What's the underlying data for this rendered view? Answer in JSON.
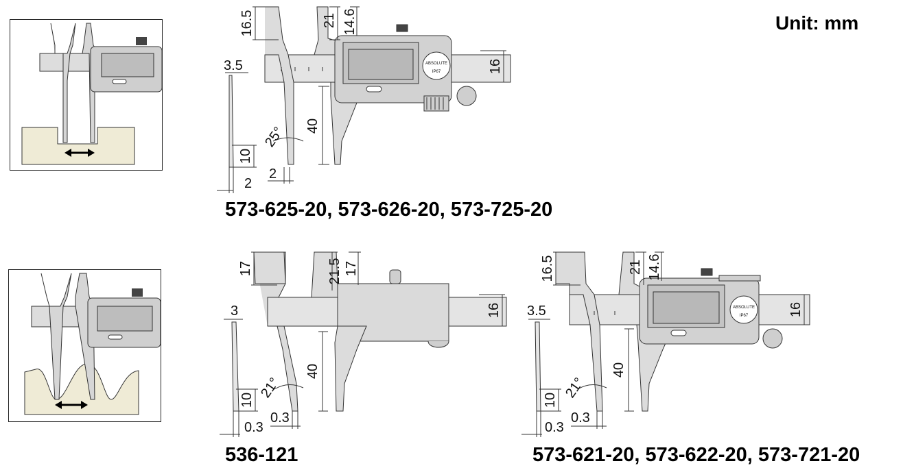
{
  "unit_label": "Unit: mm",
  "models": {
    "top": "573-625-20, 573-626-20, 573-725-20",
    "bottom_left": "536-121",
    "bottom_right": "573-621-20, 573-622-20, 573-721-20"
  },
  "top_dims": {
    "d1": "16.5",
    "d2": "21",
    "d3": "14.6",
    "d4": "16",
    "d5": "3.5",
    "d6": "40",
    "d7": "25°",
    "d8": "10",
    "d9": "2",
    "d10": "2"
  },
  "bl_dims": {
    "d1": "17",
    "d2": "21.5",
    "d3": "17",
    "d4": "16",
    "d5": "3",
    "d6": "40",
    "d7": "21°",
    "d8": "10",
    "d9": "0.3",
    "d10": "0.3"
  },
  "br_dims": {
    "d1": "16.5",
    "d2": "21",
    "d3": "14.6",
    "d4": "16",
    "d5": "3.5",
    "d6": "40",
    "d7": "21°",
    "d8": "10",
    "d9": "0.3",
    "d10": "0.3"
  },
  "display_brand": "ABSOLUTE",
  "display_rating": "IP67"
}
